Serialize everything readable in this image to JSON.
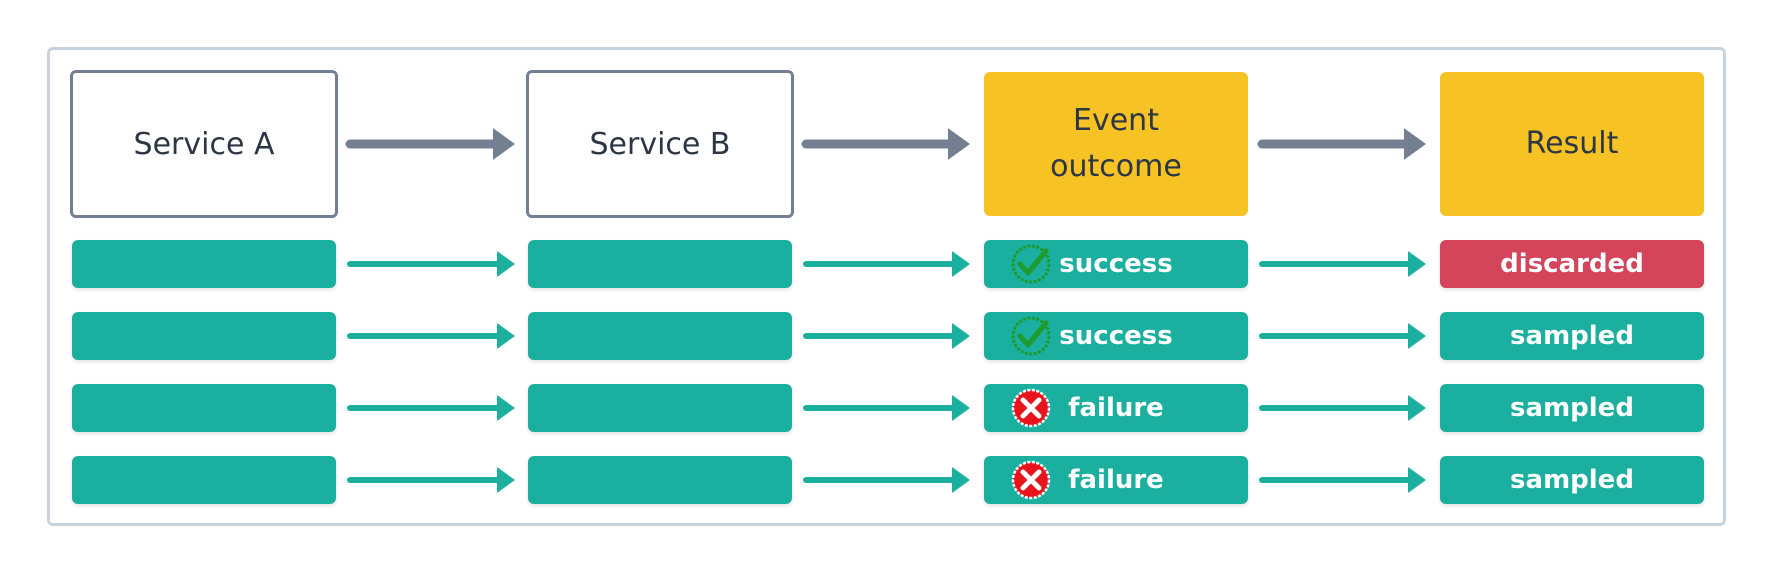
{
  "headers": {
    "service_a": "Service A",
    "service_b": "Service B",
    "event_outcome_line1": "Event",
    "event_outcome_line2": "outcome",
    "result": "Result"
  },
  "colors": {
    "teal": "#1aaf9e",
    "yellow": "#f6c224",
    "red": "#d4455b",
    "arrow_gray": "#748091",
    "arrow_teal": "#1aaf9e",
    "check_green": "#1f9a2d",
    "cross_red": "#e8131c"
  },
  "rows": [
    {
      "outcome": "success",
      "outcome_icon": "check-icon",
      "result": "discarded",
      "result_color": "#d4455b"
    },
    {
      "outcome": "success",
      "outcome_icon": "check-icon",
      "result": "sampled",
      "result_color": "#1aaf9e"
    },
    {
      "outcome": "failure",
      "outcome_icon": "cross-icon",
      "result": "sampled",
      "result_color": "#1aaf9e"
    },
    {
      "outcome": "failure",
      "outcome_icon": "cross-icon",
      "result": "sampled",
      "result_color": "#1aaf9e"
    }
  ]
}
